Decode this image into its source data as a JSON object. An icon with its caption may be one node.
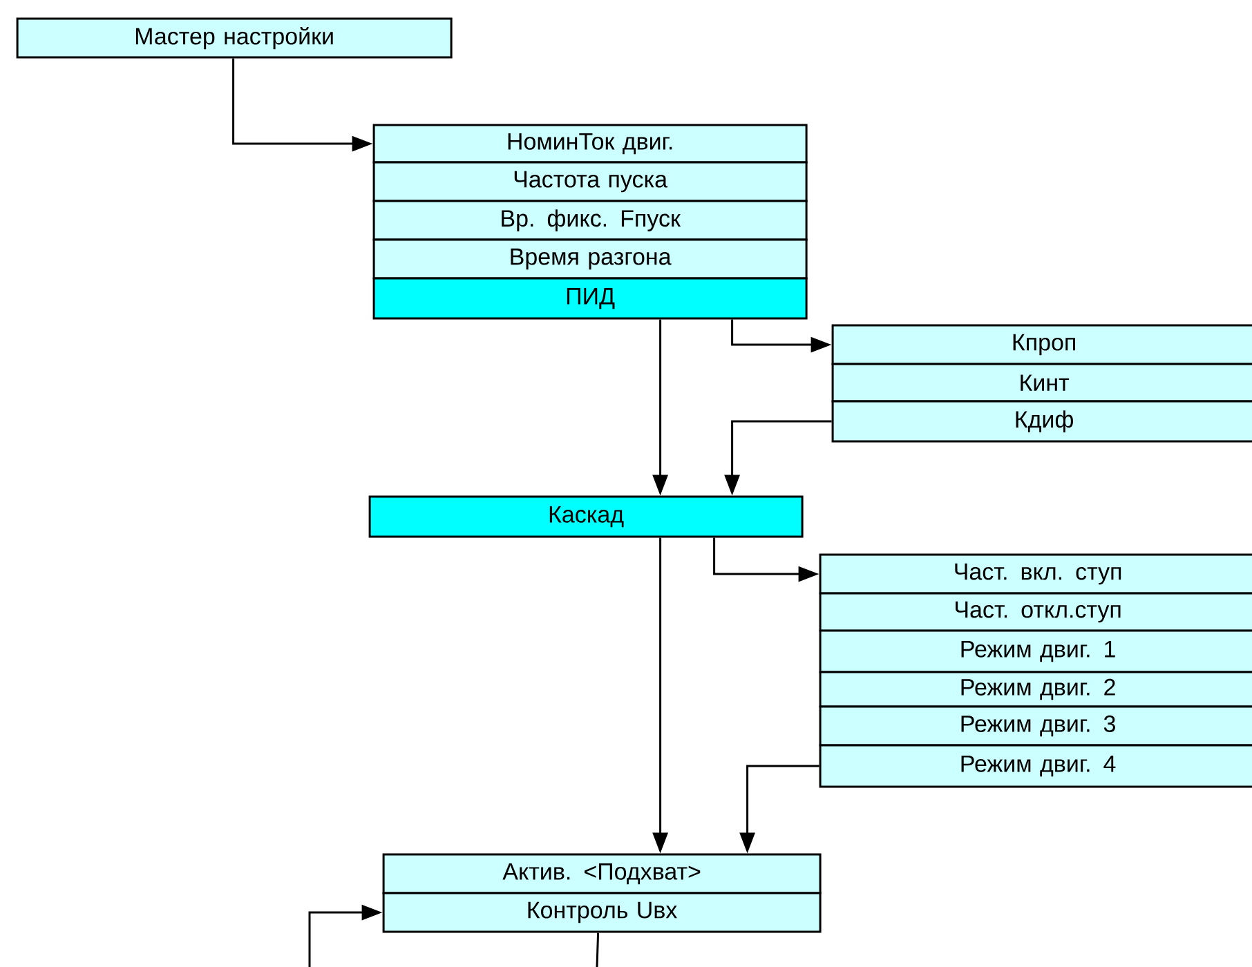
{
  "diagram": {
    "nodes": [
      {
        "text": [
          "Мастер настройки"
        ]
      },
      {
        "text": [
          "НоминТок двиг."
        ]
      },
      {
        "text": [
          "Частота пуска"
        ]
      },
      {
        "text": [
          "Вр. фикс. Fпуск"
        ]
      },
      {
        "text": [
          "Время разгона"
        ]
      },
      {
        "text": [
          "ПИД"
        ]
      },
      {
        "text": [
          "Кпроп"
        ]
      },
      {
        "text": [
          "Кинт"
        ]
      },
      {
        "text": [
          "Кдиф"
        ]
      },
      {
        "text": [
          "Каскад"
        ]
      },
      {
        "text": [
          "Част. вкл. ступ"
        ]
      },
      {
        "text": [
          "Част. откл.ступ"
        ]
      },
      {
        "text": [
          "Режим двиг. 1"
        ]
      },
      {
        "text": [
          "Режим двиг. 2"
        ]
      },
      {
        "text": [
          "Режим двиг. 3"
        ]
      },
      {
        "text": [
          "Режим двиг. 4"
        ]
      },
      {
        "text": [
          "Актив. <Подхват>"
        ]
      },
      {
        "text": [
          "Контроль Uвх"
        ]
      }
    ],
    "edges": [
      {
        "from": 0,
        "to": 1,
        "arrow": "to"
      },
      {
        "from": 5,
        "to": 6,
        "arrow": "to"
      },
      {
        "from": 5,
        "to": 9,
        "arrow": "to"
      },
      {
        "from": 8,
        "to": 9,
        "arrow": "to"
      },
      {
        "from": 9,
        "to": 10,
        "arrow": "to"
      },
      {
        "from": 9,
        "to": 16,
        "arrow": "to"
      },
      {
        "from": 15,
        "to": 16,
        "arrow": "to"
      },
      {
        "from": null,
        "to": 17,
        "arrow": "to"
      },
      {
        "from": 17,
        "to": null,
        "arrow": "none"
      }
    ]
  }
}
